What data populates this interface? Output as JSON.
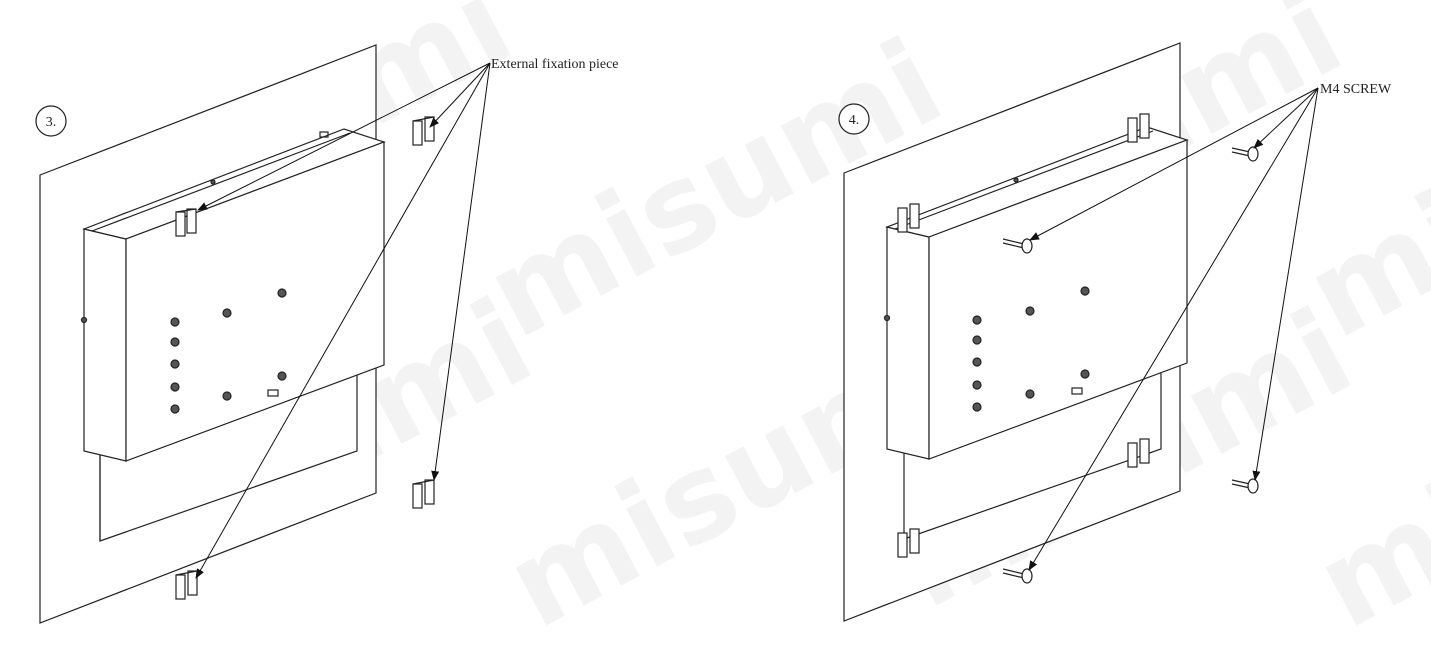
{
  "watermark": "misumi",
  "steps": [
    {
      "number": "3.",
      "callout": "External fixation piece"
    },
    {
      "number": "4.",
      "callout": "M4 SCREW"
    }
  ]
}
